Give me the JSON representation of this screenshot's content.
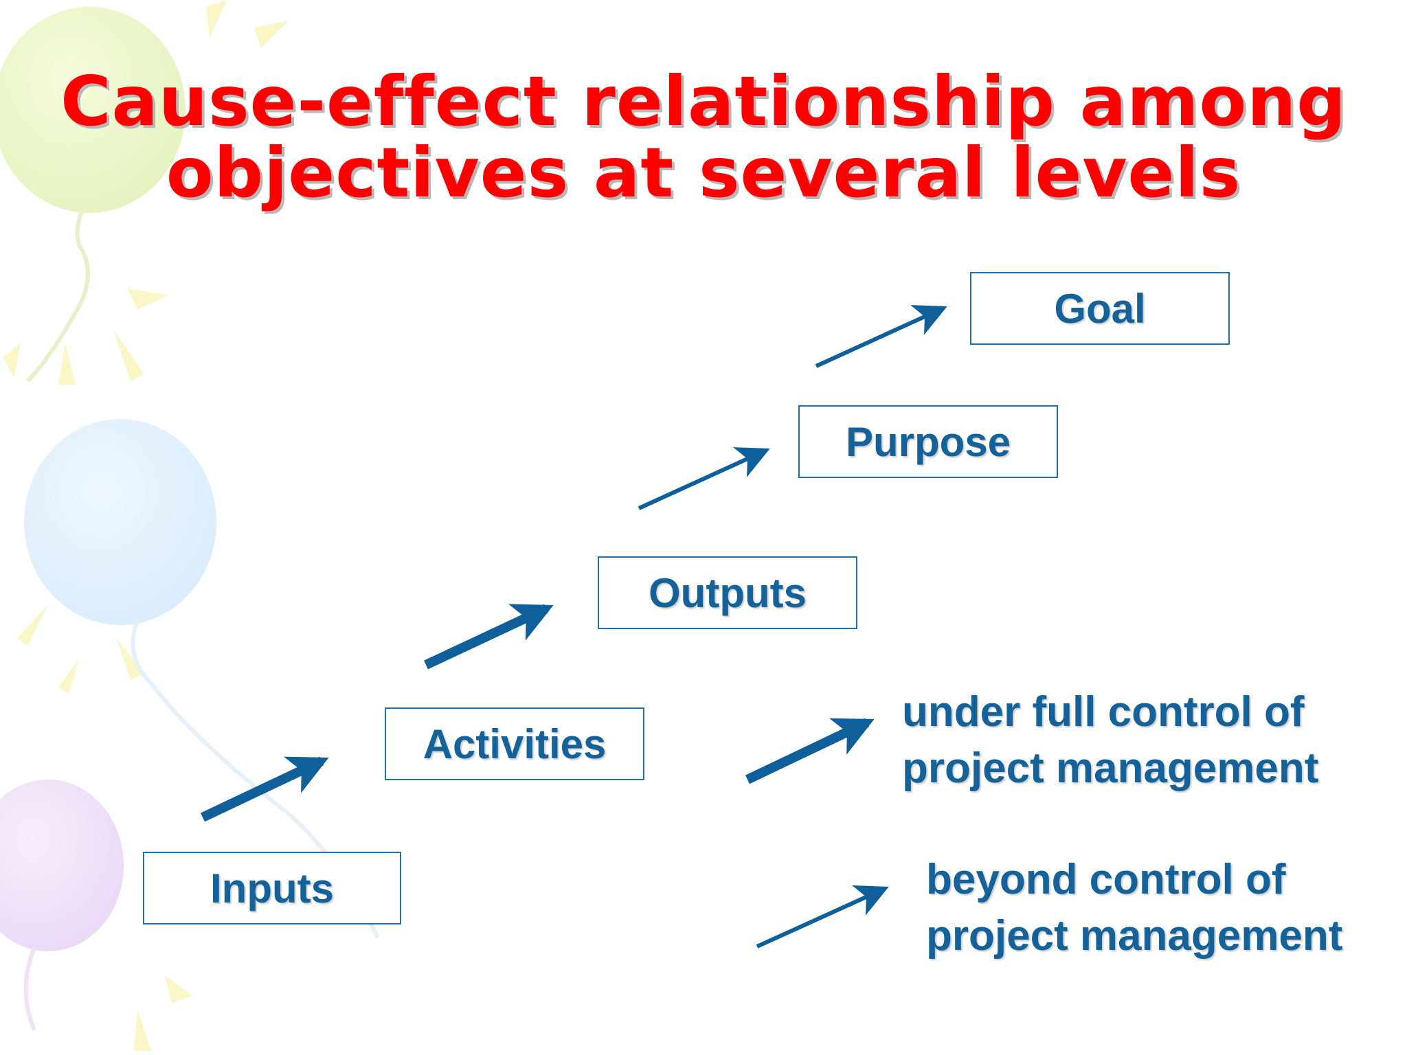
{
  "title": {
    "line1": "Cause-effect relationship among",
    "line2": "objectives at several levels"
  },
  "boxes": {
    "inputs": "Inputs",
    "activities": "Activities",
    "outputs": "Outputs",
    "purpose": "Purpose",
    "goal": "Goal"
  },
  "legend": {
    "under": {
      "line1": "under full control of",
      "line2": "project management"
    },
    "beyond": {
      "line1": "beyond control of",
      "line2": "project management"
    }
  },
  "colors": {
    "title": "#ff0000",
    "box_text": "#14629a",
    "box_border": "#1f6fa8",
    "arrow": "#0e5f9a"
  }
}
